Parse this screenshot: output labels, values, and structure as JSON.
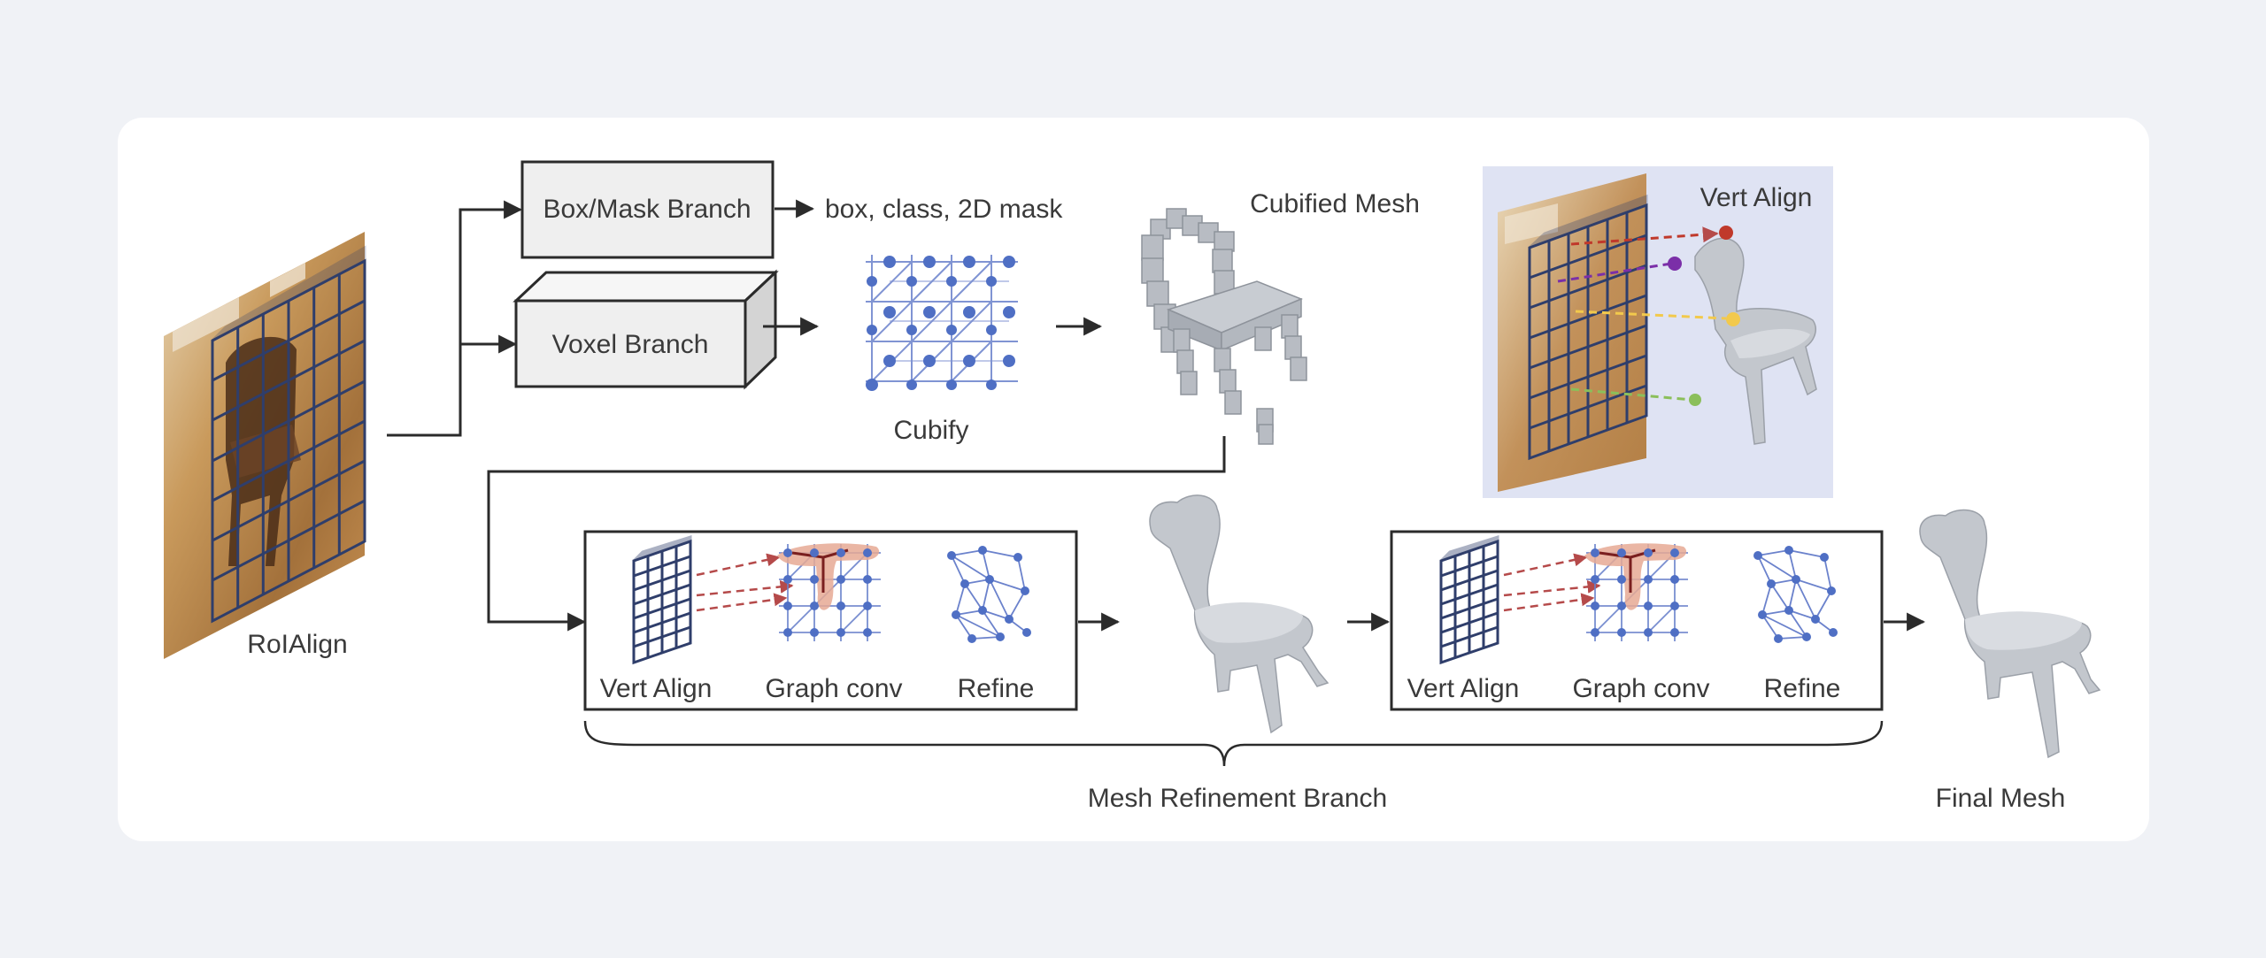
{
  "labels": {
    "roi_align": "RoIAlign",
    "box_mask_branch": "Box/Mask Branch",
    "box_outputs": "box, class, 2D mask",
    "voxel_branch": "Voxel Branch",
    "cubify": "Cubify",
    "cubified_mesh": "Cubified Mesh",
    "vert_align_inset": "Vert Align",
    "stage1": {
      "vert_align": "Vert Align",
      "graph_conv": "Graph conv",
      "refine": "Refine"
    },
    "stage2": {
      "vert_align": "Vert Align",
      "graph_conv": "Graph conv",
      "refine": "Refine"
    },
    "mesh_refinement_branch": "Mesh Refinement Branch",
    "final_mesh": "Final Mesh"
  },
  "colors": {
    "page_background": "#f0f2f6",
    "card": "#ffffff",
    "arrow": "#2b2b2b",
    "grid_blue": "#2f3e6b",
    "node_blue": "#4f6fc4",
    "mesh_gray": "#bfc3c9",
    "vert_align_panel": "#dfe3f3",
    "wood": "#b98a4f",
    "graph_conv_highlight": "#e6a994",
    "vert_align_dots": [
      "#c0392b",
      "#7b2fa8",
      "#f2c94c",
      "#8bbf5a"
    ]
  }
}
